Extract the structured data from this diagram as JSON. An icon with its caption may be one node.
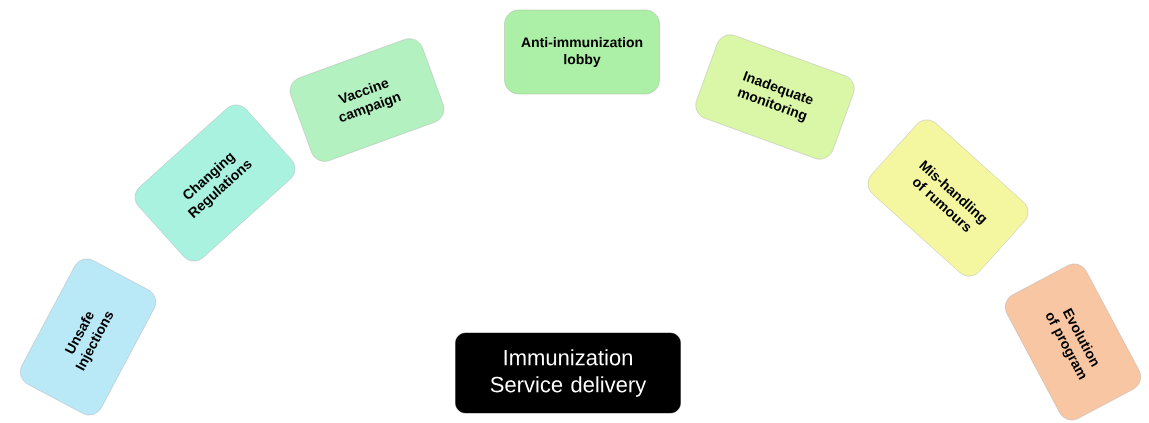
{
  "diagram": {
    "nodes": [
      {
        "text": [
          "Unsafe Injections"
        ]
      },
      {
        "text": [
          "Changing Regulations"
        ]
      },
      {
        "text": [
          "Vaccine campaign"
        ]
      },
      {
        "text": [
          "Anti-immunization lobby"
        ]
      },
      {
        "text": [
          "Inadequate monitoring"
        ]
      },
      {
        "text": [
          "Mis-handling of rumours"
        ]
      },
      {
        "text": [
          "Evolution of program"
        ]
      },
      {
        "text": [
          "Immunization Service delivery"
        ]
      }
    ]
  }
}
